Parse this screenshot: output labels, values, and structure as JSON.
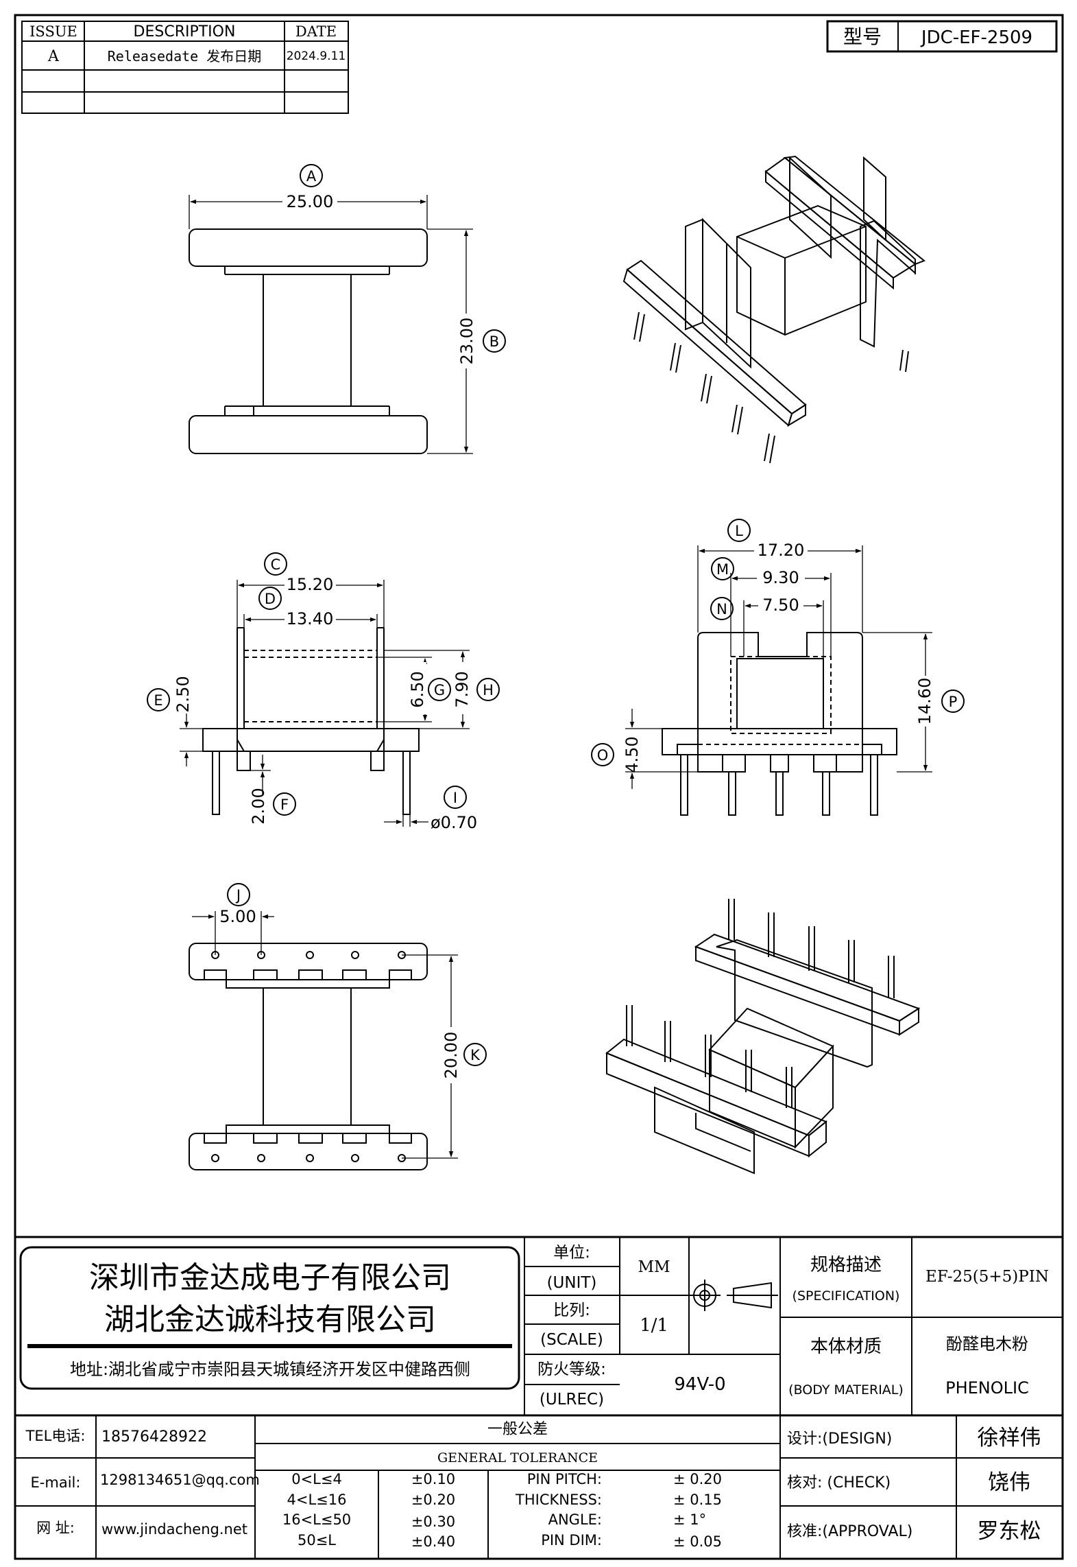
{
  "revision": {
    "headers": {
      "issue": "ISSUE",
      "description": "DESCRIPTION",
      "date": "DATE"
    },
    "rows": [
      {
        "issue": "A",
        "description": "Releasedate 发布日期",
        "date": "2024.9.11"
      }
    ]
  },
  "model": {
    "label": "型号",
    "value": "JDC-EF-2509"
  },
  "dimensions": {
    "A": {
      "tag": "A",
      "value": "25.00"
    },
    "B": {
      "tag": "B",
      "value": "23.00"
    },
    "C": {
      "tag": "C",
      "value": "15.20"
    },
    "D": {
      "tag": "D",
      "value": "13.40"
    },
    "E": {
      "tag": "E",
      "value": "2.50"
    },
    "F": {
      "tag": "F",
      "value": "2.00"
    },
    "G": {
      "tag": "G",
      "value": "6.50"
    },
    "H": {
      "tag": "H",
      "value": "7.90"
    },
    "I": {
      "tag": "I",
      "value": "ø0.70"
    },
    "J": {
      "tag": "J",
      "value": "5.00"
    },
    "K": {
      "tag": "K",
      "value": "20.00"
    },
    "L": {
      "tag": "L",
      "value": "17.20"
    },
    "M": {
      "tag": "M",
      "value": "9.30"
    },
    "N": {
      "tag": "N",
      "value": "7.50"
    },
    "O": {
      "tag": "O",
      "value": "4.50"
    },
    "P": {
      "tag": "P",
      "value": "14.60"
    }
  },
  "title_block": {
    "company_line1": "深圳市金达成电子有限公司",
    "company_line2": "湖北金达诚科技有限公司",
    "address": "地址:湖北省咸宁市崇阳县天城镇经济开发区中健路西侧",
    "unit_label_cn": "单位:",
    "unit_label_en": "(UNIT)",
    "unit_value": "MM",
    "scale_label_cn": "比列:",
    "scale_label_en": "(SCALE)",
    "scale_value": "1/1",
    "ul_label_cn": "防火等级:",
    "ul_label_en": "(ULREC)",
    "ul_value": "94V-0",
    "spec_label_cn": "规格描述",
    "spec_label_en": "(SPECIFICATION)",
    "spec_value": "EF-25(5+5)PIN",
    "material_label_cn": "本体材质",
    "material_label_en": "(BODY MATERIAL)",
    "material_cn": "酚醛电木粉",
    "material_en": "PHENOLIC",
    "tel_label": "TEL电话:",
    "tel_value": "18576428922",
    "email_label": "E-mail:",
    "email_value": "1298134651@qq.com",
    "web_label": "网  址:",
    "web_value": "www.jindacheng.net",
    "tol_title_cn": "一般公差",
    "tol_title_en": "GENERAL TOLERANCE",
    "tolerances": [
      {
        "range": "0<L≤4",
        "tol": "±0.10"
      },
      {
        "range": "4<L≤16",
        "tol": "±0.20"
      },
      {
        "range": "16<L≤50",
        "tol": "±0.30"
      },
      {
        "range": "50≤L",
        "tol": "±0.40"
      }
    ],
    "specs": [
      {
        "name": "PIN PITCH:",
        "tol": "±  0.20"
      },
      {
        "name": "THICKNESS:",
        "tol": "±  0.15"
      },
      {
        "name": "ANGLE:",
        "tol": "±  1°"
      },
      {
        "name": "PIN DIM:",
        "tol": "±  0.05"
      }
    ],
    "design_label": "设计:(DESIGN)",
    "design_name": "徐祥伟",
    "check_label": "核对: (CHECK)",
    "check_name": "饶伟",
    "approval_label": "核准:(APPROVAL)",
    "approval_name": "罗东松"
  }
}
